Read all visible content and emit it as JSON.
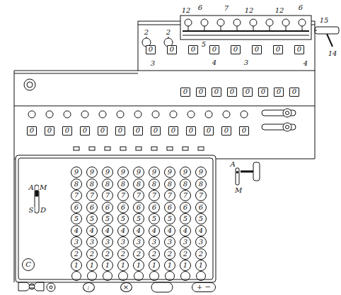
{
  "diagram": {
    "nodes": [
      {
        "text": [
          "0"
        ]
      },
      {
        "text": [
          "0"
        ]
      },
      {
        "text": [
          "0"
        ]
      },
      {
        "text": [
          "0"
        ]
      },
      {
        "text": [
          "0"
        ]
      },
      {
        "text": [
          "0"
        ]
      },
      {
        "text": [
          "0"
        ]
      },
      {
        "text": [
          "0"
        ]
      },
      {
        "text": [
          "0"
        ]
      },
      {
        "text": [
          "0"
        ]
      },
      {
        "text": [
          "0"
        ]
      },
      {
        "text": [
          "0"
        ]
      },
      {
        "text": [
          "0"
        ]
      },
      {
        "text": [
          "0"
        ]
      },
      {
        "text": [
          "0"
        ]
      },
      {
        "text": [
          "0"
        ]
      },
      {
        "text": [
          "0"
        ]
      },
      {
        "text": [
          "0"
        ]
      },
      {
        "text": [
          "0"
        ]
      },
      {
        "text": [
          "0"
        ]
      },
      {
        "text": [
          "0"
        ]
      },
      {
        "text": [
          "0"
        ]
      },
      {
        "text": [
          "0"
        ]
      },
      {
        "text": [
          "0"
        ]
      },
      {
        "text": [
          "0"
        ]
      },
      {
        "text": [
          "0"
        ]
      },
      {
        "text": [
          "0"
        ]
      },
      {
        "text": [
          "0"
        ]
      },
      {
        "text": [
          "0"
        ]
      },
      {
        "text": [
          "9"
        ]
      },
      {
        "text": [
          "9"
        ]
      },
      {
        "text": [
          "9"
        ]
      },
      {
        "text": [
          "9"
        ]
      },
      {
        "text": [
          "9"
        ]
      },
      {
        "text": [
          "9"
        ]
      },
      {
        "text": [
          "9"
        ]
      },
      {
        "text": [
          "9"
        ]
      },
      {
        "text": [
          "9"
        ]
      },
      {
        "text": [
          "8"
        ]
      },
      {
        "text": [
          "8"
        ]
      },
      {
        "text": [
          "8"
        ]
      },
      {
        "text": [
          "8"
        ]
      },
      {
        "text": [
          "8"
        ]
      },
      {
        "text": [
          "8"
        ]
      },
      {
        "text": [
          "8"
        ]
      },
      {
        "text": [
          "8"
        ]
      },
      {
        "text": [
          "8"
        ]
      },
      {
        "text": [
          "7"
        ]
      },
      {
        "text": [
          "7"
        ]
      },
      {
        "text": [
          "7"
        ]
      },
      {
        "text": [
          "7"
        ]
      },
      {
        "text": [
          "7"
        ]
      },
      {
        "text": [
          "7"
        ]
      },
      {
        "text": [
          "7"
        ]
      },
      {
        "text": [
          "7"
        ]
      },
      {
        "text": [
          "7"
        ]
      },
      {
        "text": [
          "6"
        ]
      },
      {
        "text": [
          "6"
        ]
      },
      {
        "text": [
          "6"
        ]
      },
      {
        "text": [
          "6"
        ]
      },
      {
        "text": [
          "6"
        ]
      },
      {
        "text": [
          "6"
        ]
      },
      {
        "text": [
          "6"
        ]
      },
      {
        "text": [
          "6"
        ]
      },
      {
        "text": [
          "6"
        ]
      },
      {
        "text": [
          "5"
        ]
      },
      {
        "text": [
          "5"
        ]
      },
      {
        "text": [
          "5"
        ]
      },
      {
        "text": [
          "5"
        ]
      },
      {
        "text": [
          "5"
        ]
      },
      {
        "text": [
          "5"
        ]
      },
      {
        "text": [
          "5"
        ]
      },
      {
        "text": [
          "5"
        ]
      },
      {
        "text": [
          "5"
        ]
      },
      {
        "text": [
          "4"
        ]
      },
      {
        "text": [
          "4"
        ]
      },
      {
        "text": [
          "4"
        ]
      },
      {
        "text": [
          "4"
        ]
      },
      {
        "text": [
          "4"
        ]
      },
      {
        "text": [
          "4"
        ]
      },
      {
        "text": [
          "4"
        ]
      },
      {
        "text": [
          "4"
        ]
      },
      {
        "text": [
          "4"
        ]
      },
      {
        "text": [
          "3"
        ]
      },
      {
        "text": [
          "3"
        ]
      },
      {
        "text": [
          "3"
        ]
      },
      {
        "text": [
          "3"
        ]
      },
      {
        "text": [
          "3"
        ]
      },
      {
        "text": [
          "3"
        ]
      },
      {
        "text": [
          "3"
        ]
      },
      {
        "text": [
          "3"
        ]
      },
      {
        "text": [
          "3"
        ]
      },
      {
        "text": [
          "2"
        ]
      },
      {
        "text": [
          "2"
        ]
      },
      {
        "text": [
          "2"
        ]
      },
      {
        "text": [
          "2"
        ]
      },
      {
        "text": [
          "2"
        ]
      },
      {
        "text": [
          "2"
        ]
      },
      {
        "text": [
          "2"
        ]
      },
      {
        "text": [
          "2"
        ]
      },
      {
        "text": [
          "2"
        ]
      },
      {
        "text": [
          "1"
        ]
      },
      {
        "text": [
          "1"
        ]
      },
      {
        "text": [
          "1"
        ]
      },
      {
        "text": [
          "1"
        ]
      },
      {
        "text": [
          "1"
        ]
      },
      {
        "text": [
          "1"
        ]
      },
      {
        "text": [
          "1"
        ]
      },
      {
        "text": [
          "1"
        ]
      },
      {
        "text": [
          "1"
        ]
      },
      {
        "text": [
          "C"
        ]
      },
      {
        "text": [
          ":"
        ]
      },
      {
        "text": [
          "×"
        ]
      },
      {
        "text": [
          "+ −"
        ]
      }
    ],
    "labels": [
      "12",
      "6",
      "7",
      "12",
      "12",
      "6",
      "2",
      "2",
      "5",
      "4",
      "3",
      "3",
      "4",
      "15",
      "14",
      "A",
      "M",
      "S",
      "D",
      "A",
      "M"
    ]
  }
}
